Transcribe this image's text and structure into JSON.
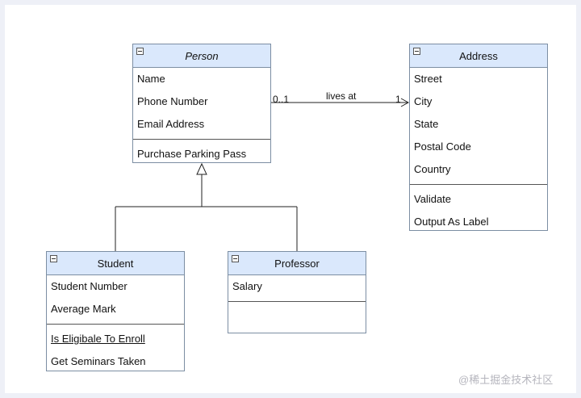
{
  "classes": {
    "person": {
      "name": "Person",
      "attributes": [
        "Name",
        "Phone Number",
        "Email Address"
      ],
      "methods": [
        "Purchase Parking Pass"
      ]
    },
    "address": {
      "name": "Address",
      "attributes": [
        "Street",
        "City",
        "State",
        "Postal Code",
        "Country"
      ],
      "methods": [
        "Validate",
        "Output As Label"
      ]
    },
    "student": {
      "name": "Student",
      "attributes": [
        "Student Number",
        "Average Mark"
      ],
      "methods": [
        "Is Eligibale To Enroll",
        "Get Seminars Taken"
      ]
    },
    "professor": {
      "name": "Professor",
      "attributes": [
        "Salary"
      ],
      "methods": []
    }
  },
  "association": {
    "label": "lives at",
    "source_multiplicity": "0..1",
    "target_multiplicity": "1"
  },
  "watermark": "@稀土掘金技术社区",
  "colors": {
    "header_fill": "#dae8fc",
    "border": "#7c8ea3",
    "page_background": "#eef0f7",
    "canvas": "#ffffff"
  }
}
